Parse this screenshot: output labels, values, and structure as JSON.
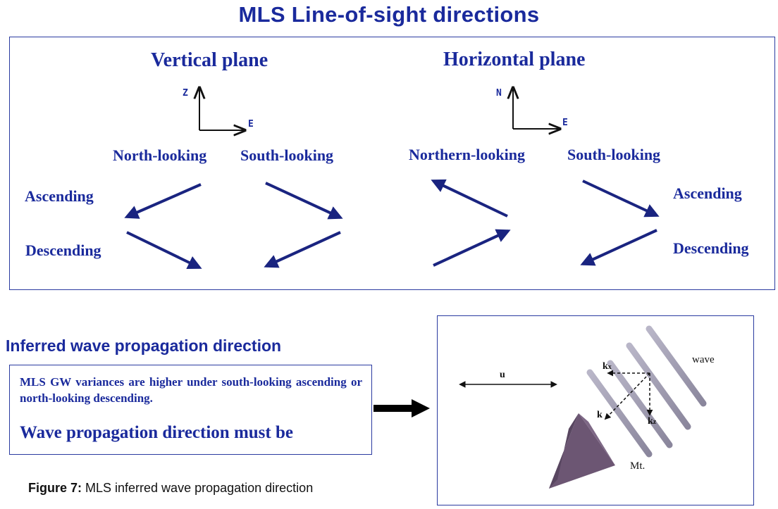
{
  "title": "MLS Line-of-sight directions",
  "vertical_plane": {
    "title": "Vertical plane",
    "axis_up": "Z",
    "axis_right": "E",
    "north_looking": "North-looking",
    "south_looking": "South-looking",
    "ascending": "Ascending",
    "descending": "Descending"
  },
  "horizontal_plane": {
    "title": "Horizontal plane",
    "axis_up": "N",
    "axis_right": "E",
    "north_looking": "Northern-looking",
    "south_looking": "South-looking",
    "ascending": "Ascending",
    "descending": "Descending"
  },
  "inferred": {
    "heading": "Inferred wave propagation direction",
    "body": "MLS GW variances are higher under south-looking ascending or north-looking descending.",
    "conclusion": "Wave propagation direction must be"
  },
  "figure": {
    "wind_label": "u",
    "wave_label": "wave",
    "k_label": "k",
    "kx_label": "k",
    "kx_sub": "x",
    "kz_label": "k",
    "kz_sub": "z",
    "mountain_label": "Mt."
  },
  "caption": {
    "bold": "Figure 7:",
    "text": " MLS inferred wave propagation direction"
  },
  "colors": {
    "text_blue": "#1a2a9c",
    "arrow_navy": "#1a2480",
    "border": "#2a3aa0",
    "wave_tube": "#9c98ae",
    "mountain": "#6c5673"
  }
}
